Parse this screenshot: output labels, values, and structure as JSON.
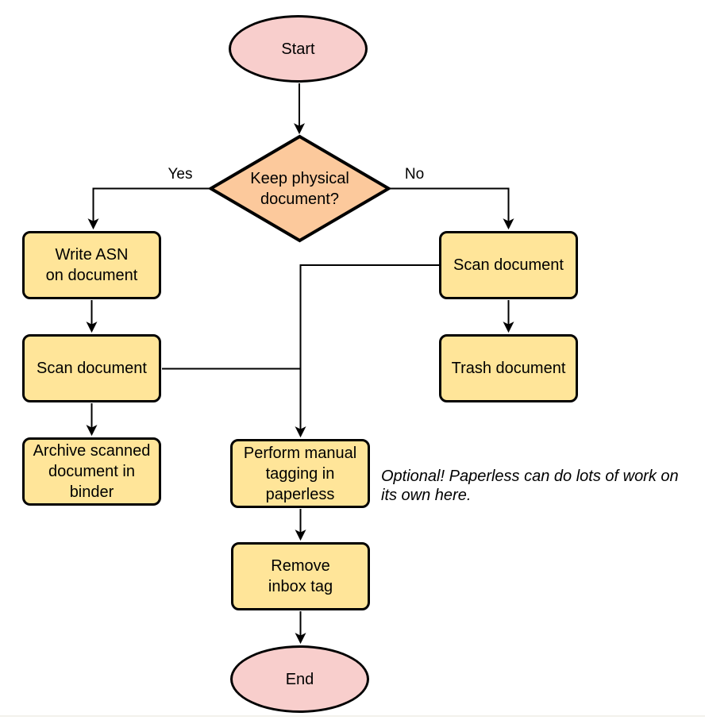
{
  "colors": {
    "terminator_fill": "#F8CECC",
    "decision_fill": "#FCC99C",
    "process_fill": "#FFE599",
    "stroke": "#000000"
  },
  "nodes": {
    "start": {
      "label": "Start",
      "type": "terminator"
    },
    "decision": {
      "label": "Keep physical\ndocument?",
      "type": "decision"
    },
    "write_asn": {
      "label": "Write ASN\non document",
      "type": "process"
    },
    "scan_left": {
      "label": "Scan document",
      "type": "process"
    },
    "archive": {
      "label": "Archive scanned\ndocument in\nbinder",
      "type": "process"
    },
    "scan_right": {
      "label": "Scan document",
      "type": "process"
    },
    "trash": {
      "label": "Trash document",
      "type": "process"
    },
    "perform_tagging": {
      "label": "Perform manual\ntagging in\npaperless",
      "type": "process"
    },
    "remove_inbox": {
      "label": "Remove\ninbox tag",
      "type": "process"
    },
    "end": {
      "label": "End",
      "type": "terminator"
    }
  },
  "edge_labels": {
    "yes": "Yes",
    "no": "No"
  },
  "edges": [
    {
      "from": "start",
      "to": "decision",
      "label": ""
    },
    {
      "from": "decision",
      "to": "write_asn",
      "label": "Yes"
    },
    {
      "from": "decision",
      "to": "scan_right",
      "label": "No"
    },
    {
      "from": "write_asn",
      "to": "scan_left",
      "label": ""
    },
    {
      "from": "scan_left",
      "to": "archive",
      "label": ""
    },
    {
      "from": "scan_right",
      "to": "trash",
      "label": ""
    },
    {
      "from": "scan_left",
      "to": "perform_tagging",
      "label": ""
    },
    {
      "from": "scan_right",
      "to": "perform_tagging",
      "label": ""
    },
    {
      "from": "perform_tagging",
      "to": "remove_inbox",
      "label": ""
    },
    {
      "from": "remove_inbox",
      "to": "end",
      "label": ""
    }
  ],
  "annotation": "Optional! Paperless can do lots of work on\nits own here."
}
